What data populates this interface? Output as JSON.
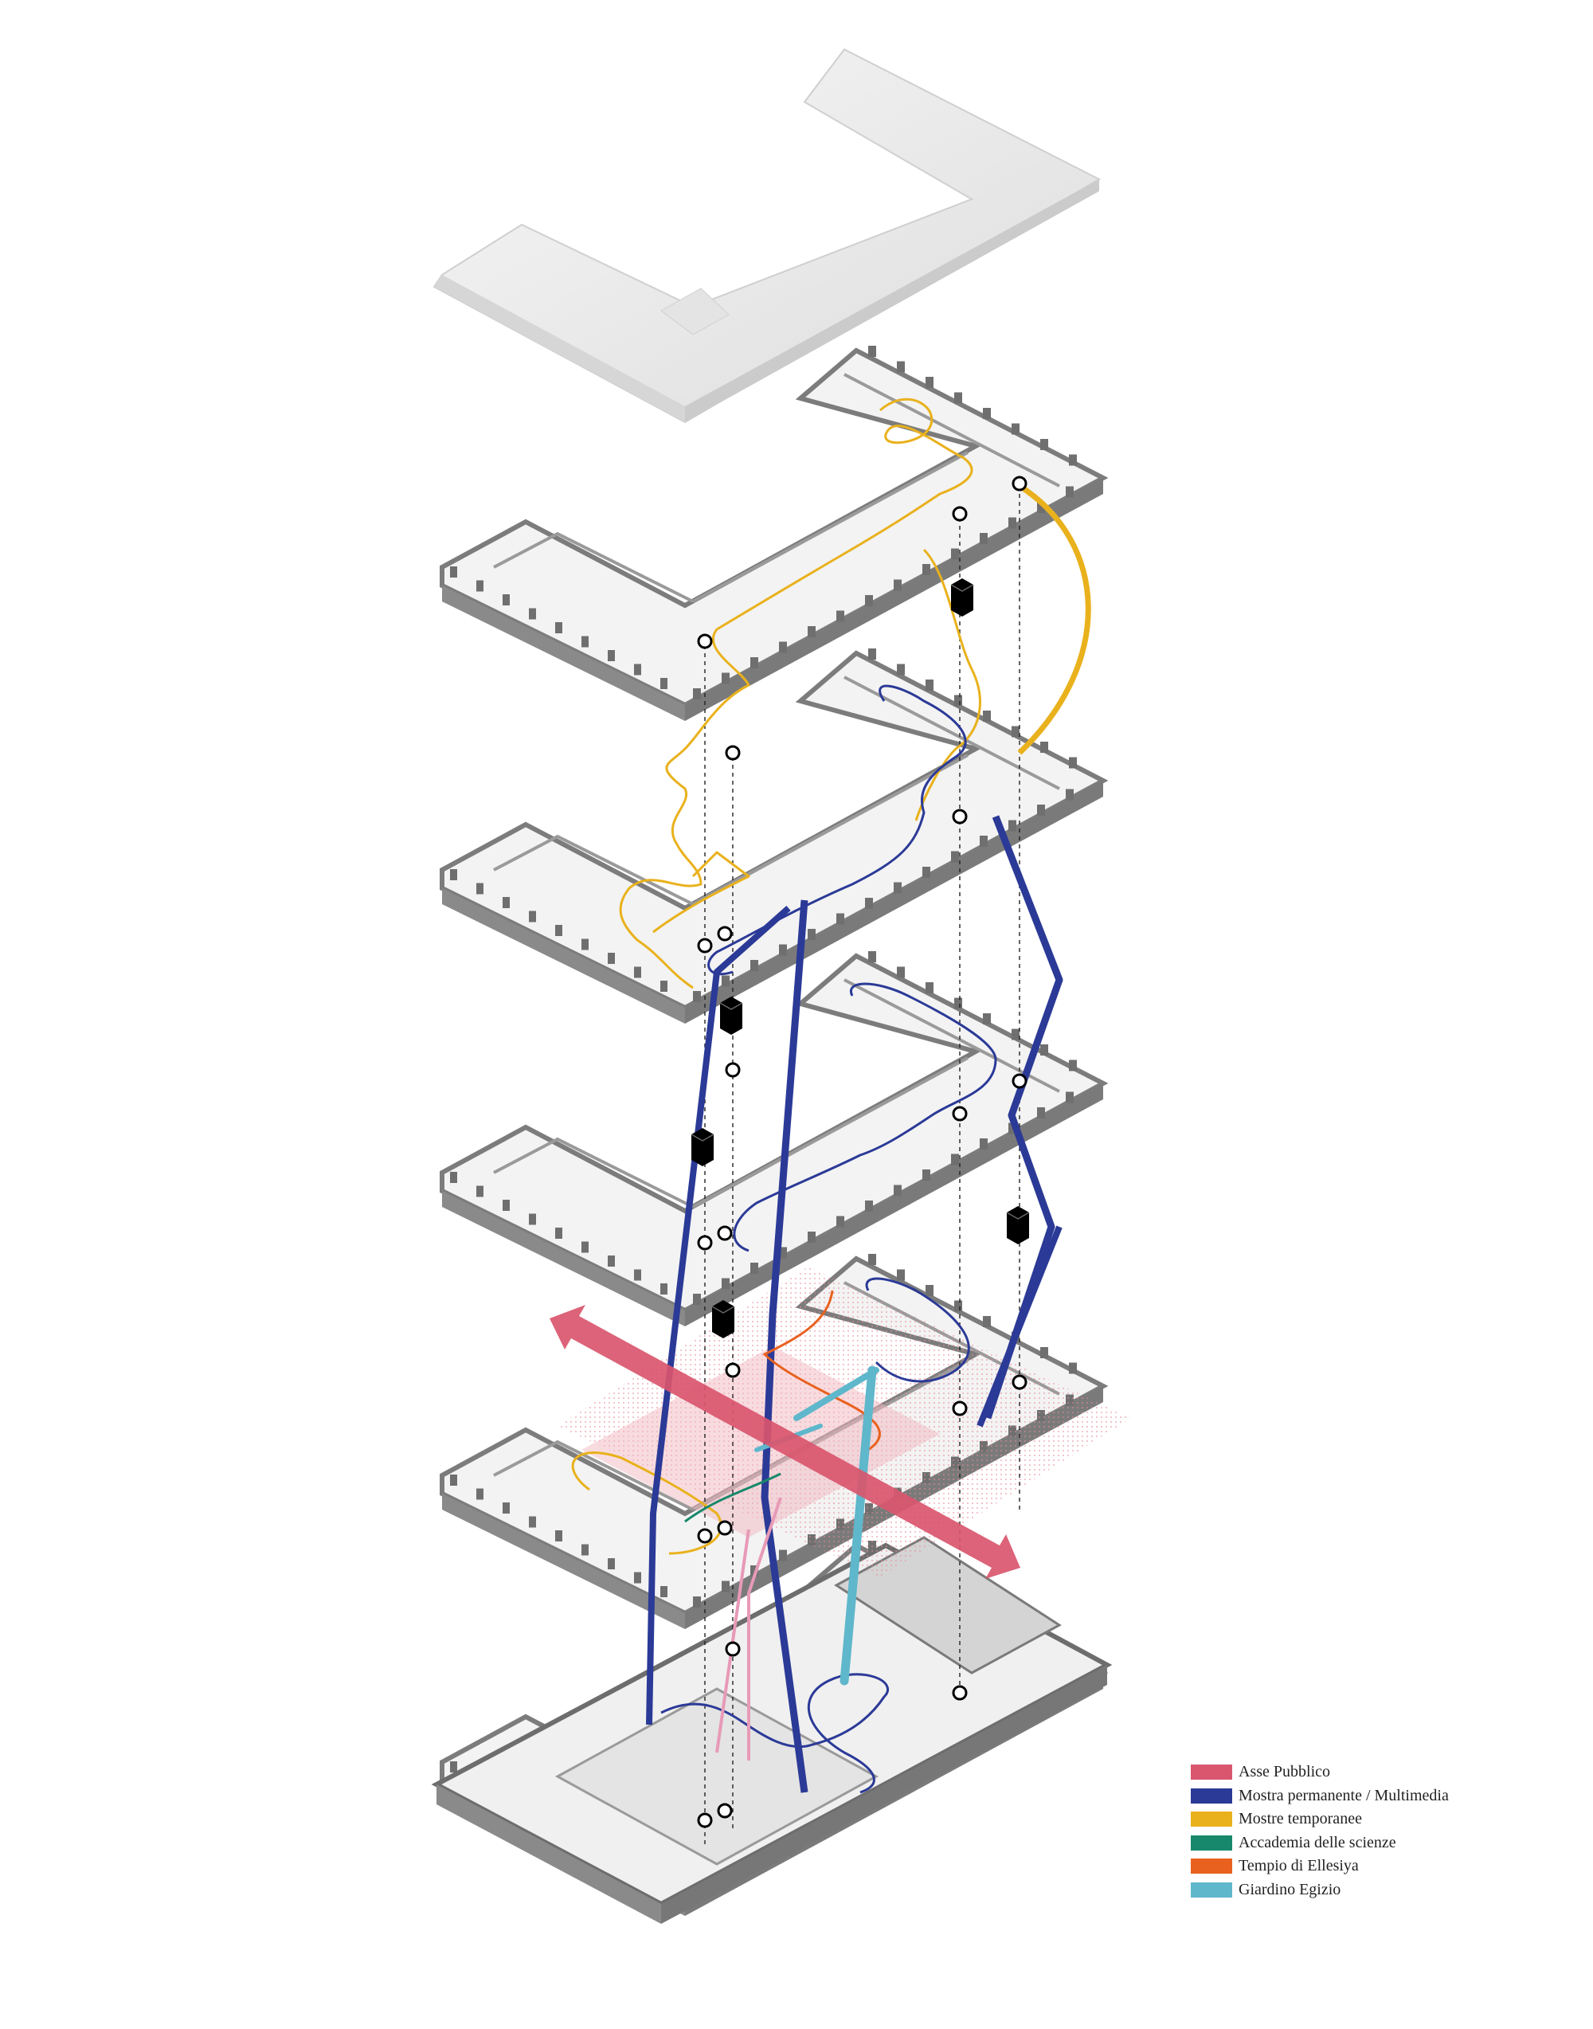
{
  "legend": {
    "items": [
      {
        "label": "Asse Pubblico",
        "color": "#d9566e"
      },
      {
        "label": "Mostra permanente / Multimedia",
        "color": "#2b3a97"
      },
      {
        "label": "Mostre temporanee",
        "color": "#e9b11c"
      },
      {
        "label": "Accademia delle scienze",
        "color": "#17886b"
      },
      {
        "label": "Tempio di Ellesiya",
        "color": "#e8611e"
      },
      {
        "label": "Giardino Egizio",
        "color": "#5fb7cb"
      }
    ]
  },
  "colors": {
    "roof": "#ebebeb",
    "slab": "#f3f3f3",
    "wall": "#7c7c7c",
    "connector": "#000000"
  },
  "icons": [
    "circulation-node-icon",
    "elevator-icon",
    "direction-arrow-icon"
  ]
}
